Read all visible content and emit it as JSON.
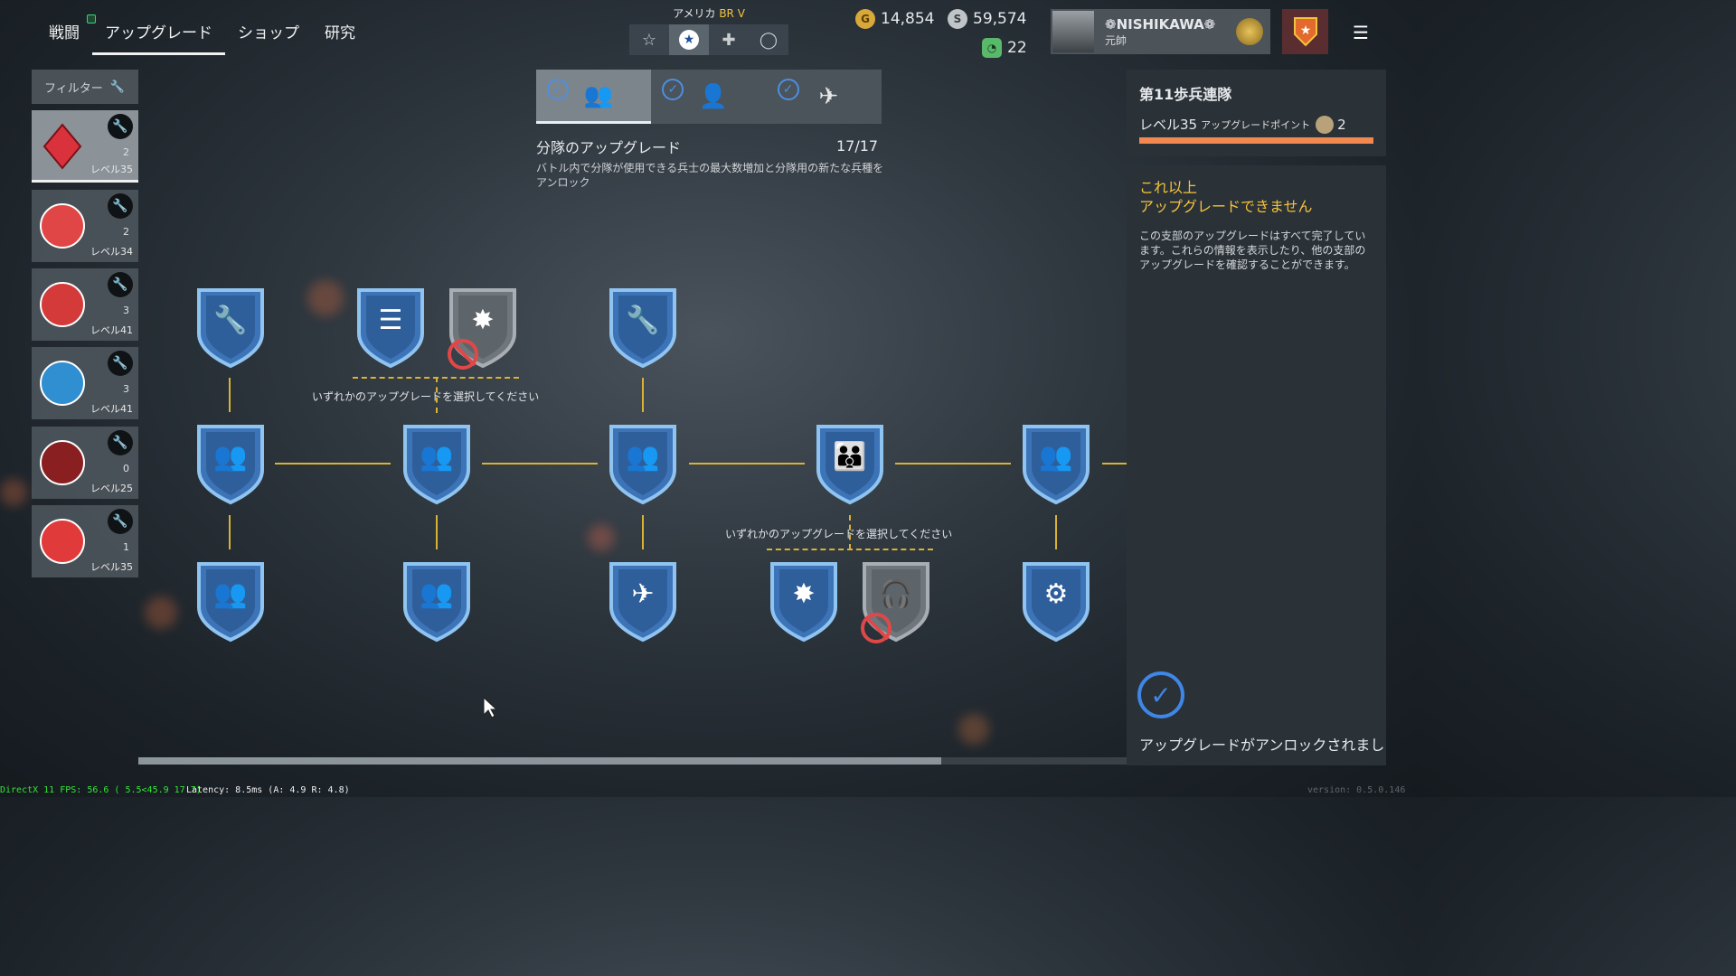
{
  "nav": {
    "tabs": [
      {
        "label": "戦闘",
        "active": false
      },
      {
        "label": "アップグレード",
        "active": true
      },
      {
        "label": "ショップ",
        "active": false
      },
      {
        "label": "研究",
        "active": false
      }
    ]
  },
  "nation": {
    "name": "アメリカ",
    "br": "BR V",
    "icons": [
      "star-outline-icon",
      "star-circle-icon",
      "cross-icon",
      "circle-icon"
    ],
    "active_index": 1
  },
  "currency": {
    "gold": "14,854",
    "silver": "59,574",
    "orders": "22"
  },
  "profile": {
    "name": "❁NISHIKAWA❁",
    "rank": "元帥"
  },
  "filter": {
    "label": "フィルター"
  },
  "units": [
    {
      "points": "2",
      "level": "レベル35",
      "emblem_color": "#d9323c",
      "active": true
    },
    {
      "points": "2",
      "level": "レベル34",
      "emblem_color": "#e04646",
      "active": false
    },
    {
      "points": "3",
      "level": "レベル41",
      "emblem_color": "#d43a3a",
      "active": false
    },
    {
      "points": "3",
      "level": "レベル41",
      "emblem_color": "#2f8fd0",
      "active": false
    },
    {
      "points": "0",
      "level": "レベル25",
      "emblem_color": "#8a1f22",
      "active": false
    },
    {
      "points": "1",
      "level": "レベル35",
      "emblem_color": "#e03a3a",
      "active": false
    }
  ],
  "section": {
    "title": "分隊のアップグレード",
    "count": "17/17",
    "description": "バトル内で分隊が使用できる兵士の最大数増加と分隊用の新たな兵種をアンロック"
  },
  "tree": {
    "choose_label_1": "いずれかのアップグレードを選択してください",
    "choose_label_2": "いずれかのアップグレードを選択してください"
  },
  "right_panel": {
    "unit_name": "第11歩兵連隊",
    "level": "レベル35",
    "points_label": "アップグレードポイント",
    "points": "2",
    "warning": "これ以上\nアップグレードできません",
    "info": "この支部のアップグレードはすべて完了しています。これらの情報を表示したり、他の支部のアップグレードを確認することができます。",
    "unlocked": "アップグレードがアンロックされまし"
  },
  "debug": {
    "fps": "DirectX 11 FPS: 56.6 ( 5.5<45.9 17.7)",
    "latency": "Latency:  8.5ms (A:  4.9 R:  4.8)",
    "version": "version: 0.5.0.146"
  },
  "colors": {
    "accent": "#f5c33b",
    "line": "#d8b335",
    "check": "#3f86e6",
    "ban": "#e04848"
  }
}
